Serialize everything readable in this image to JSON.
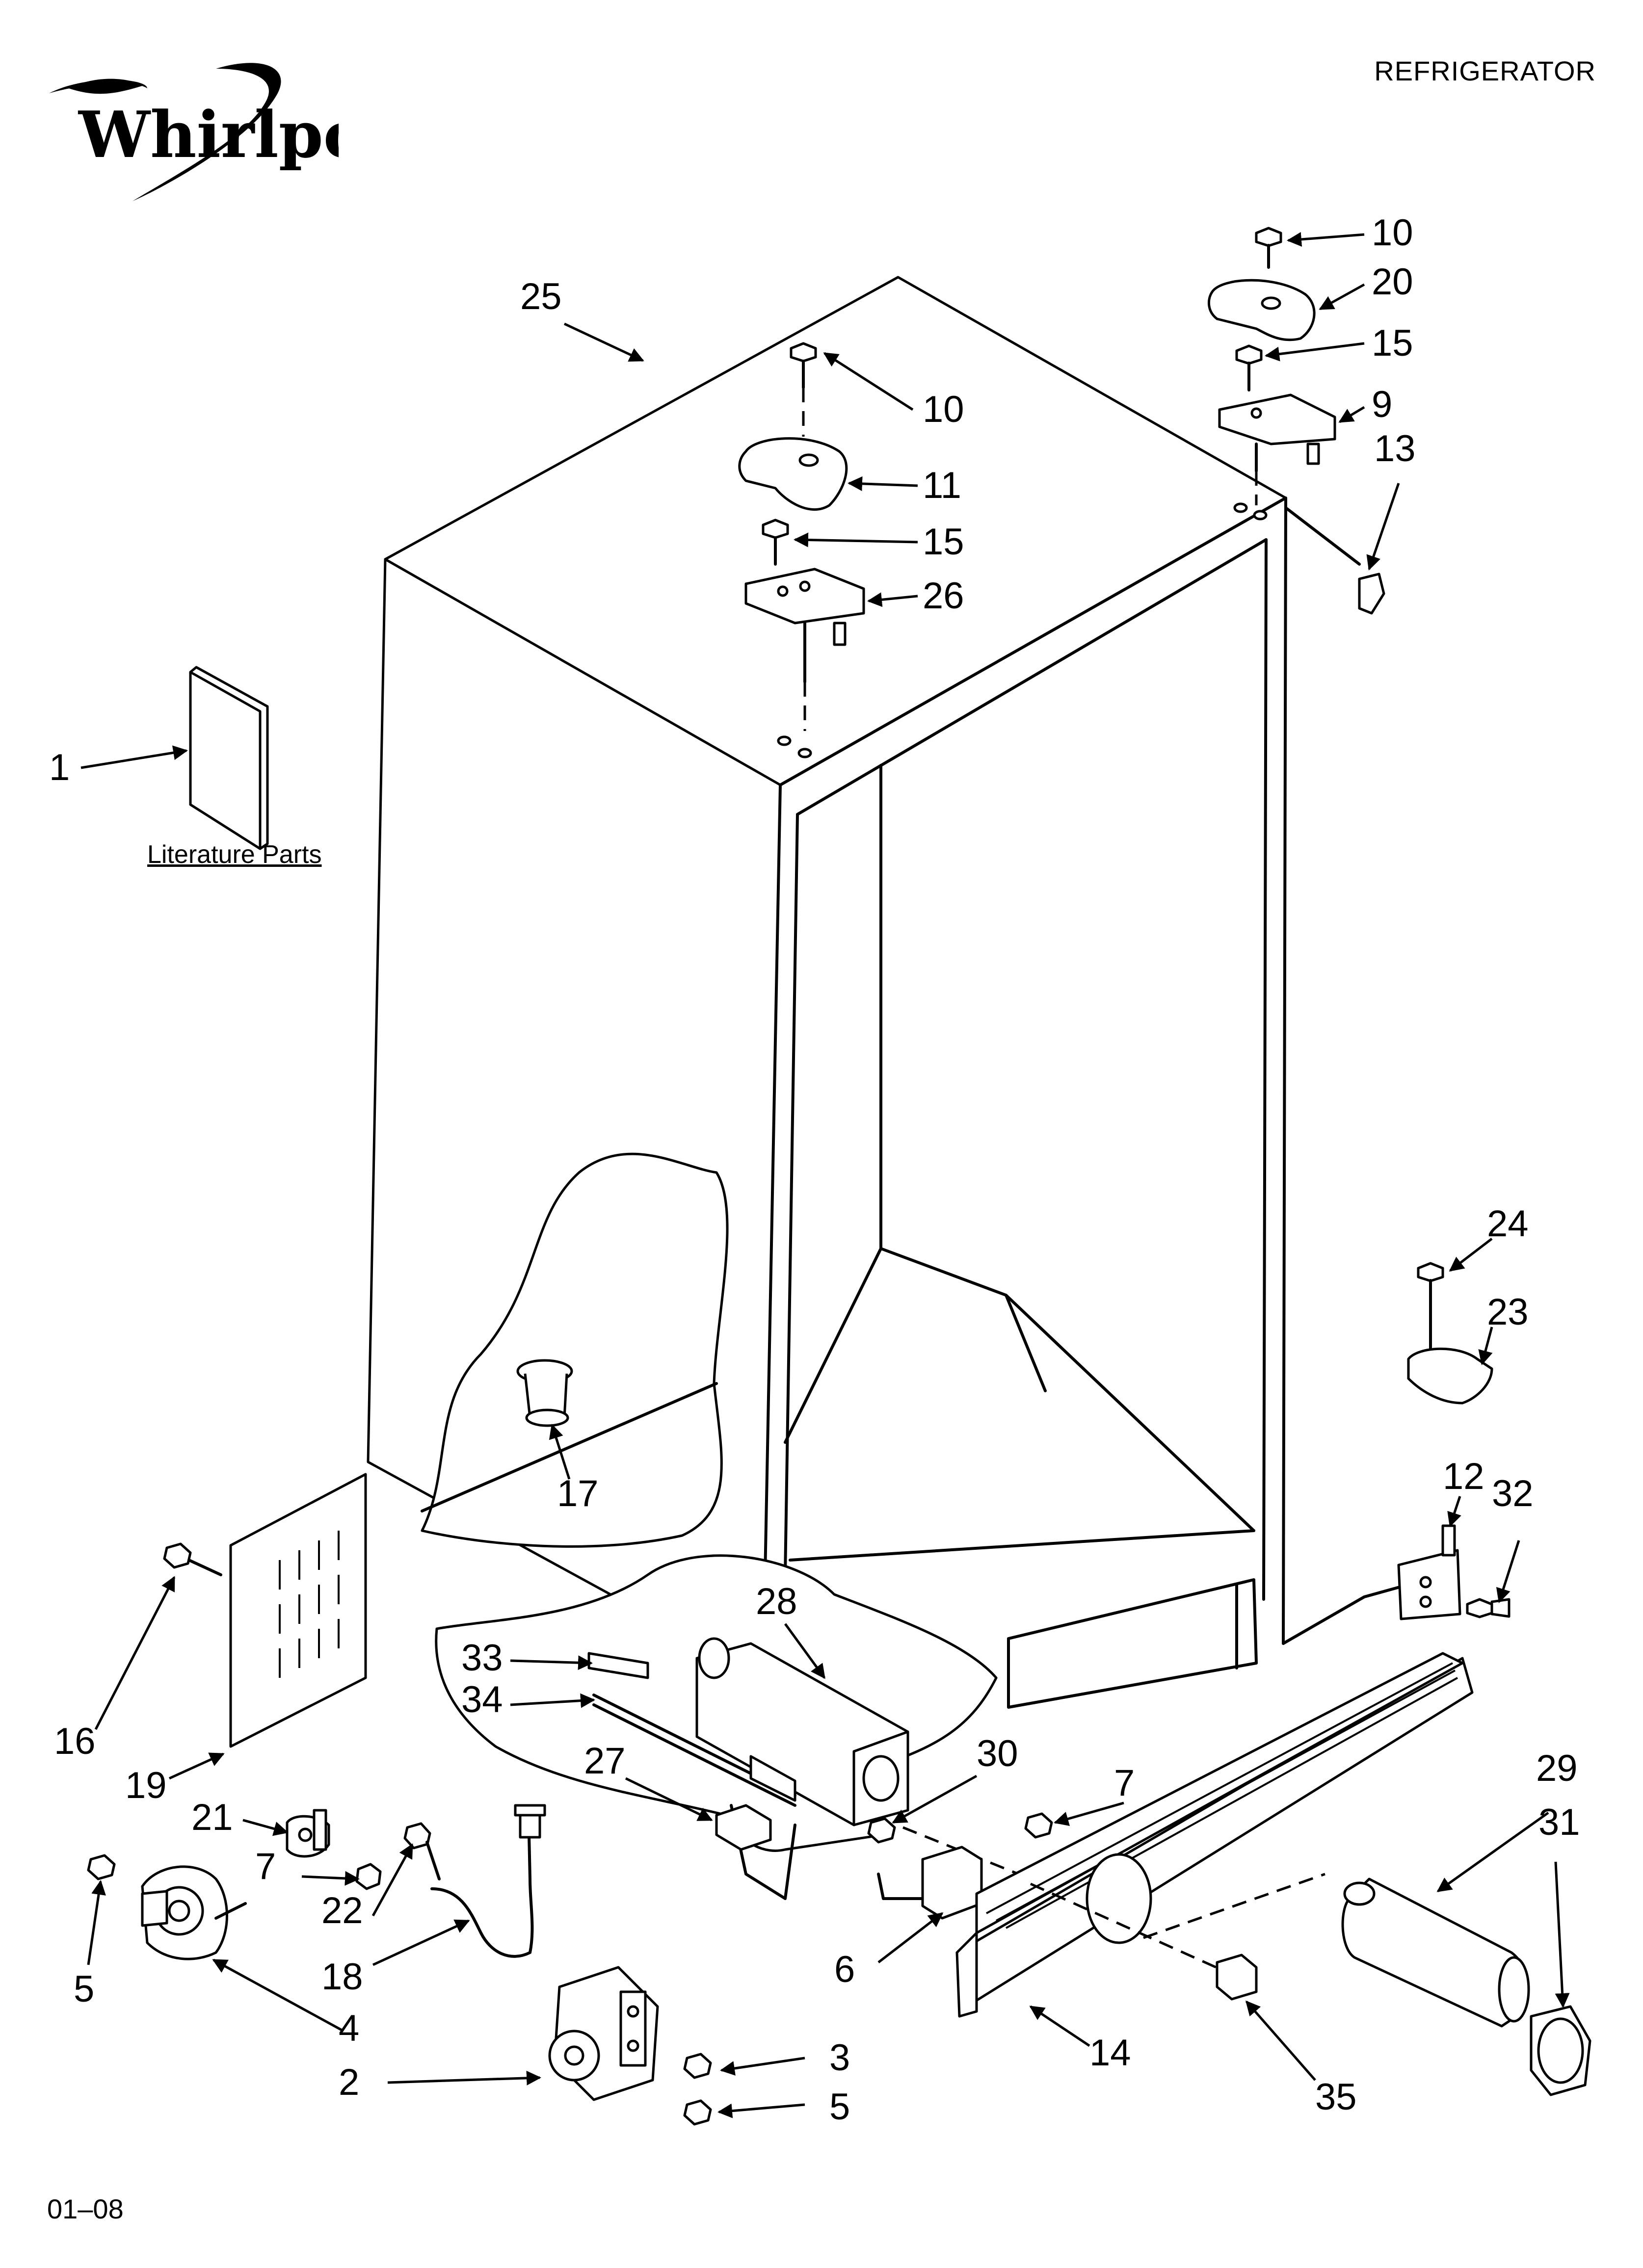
{
  "header": {
    "brand": "Whirlpool",
    "title": "REFRIGERATOR",
    "code": "01–08"
  },
  "literature_label": "Literature Parts",
  "callouts": [
    {
      "id": "c1",
      "label": "1"
    },
    {
      "id": "c25",
      "label": "25"
    },
    {
      "id": "c10a",
      "label": "10"
    },
    {
      "id": "c11",
      "label": "11"
    },
    {
      "id": "c15a",
      "label": "15"
    },
    {
      "id": "c26",
      "label": "26"
    },
    {
      "id": "c10b",
      "label": "10"
    },
    {
      "id": "c20",
      "label": "20"
    },
    {
      "id": "c15b",
      "label": "15"
    },
    {
      "id": "c9",
      "label": "9"
    },
    {
      "id": "c13",
      "label": "13"
    },
    {
      "id": "c24",
      "label": "24"
    },
    {
      "id": "c23",
      "label": "23"
    },
    {
      "id": "c12",
      "label": "12"
    },
    {
      "id": "c32",
      "label": "32"
    },
    {
      "id": "c17",
      "label": "17"
    },
    {
      "id": "c28",
      "label": "28"
    },
    {
      "id": "c33",
      "label": "33"
    },
    {
      "id": "c34",
      "label": "34"
    },
    {
      "id": "c27",
      "label": "27"
    },
    {
      "id": "c30",
      "label": "30"
    },
    {
      "id": "c7a",
      "label": "7"
    },
    {
      "id": "c29",
      "label": "29"
    },
    {
      "id": "c31",
      "label": "31"
    },
    {
      "id": "c16",
      "label": "16"
    },
    {
      "id": "c19",
      "label": "19"
    },
    {
      "id": "c21",
      "label": "21"
    },
    {
      "id": "c7b",
      "label": "7"
    },
    {
      "id": "c22",
      "label": "22"
    },
    {
      "id": "c18",
      "label": "18"
    },
    {
      "id": "c5a",
      "label": "5"
    },
    {
      "id": "c4",
      "label": "4"
    },
    {
      "id": "c2",
      "label": "2"
    },
    {
      "id": "c3",
      "label": "3"
    },
    {
      "id": "c5b",
      "label": "5"
    },
    {
      "id": "c6",
      "label": "6"
    },
    {
      "id": "c14",
      "label": "14"
    },
    {
      "id": "c35",
      "label": "35"
    }
  ]
}
